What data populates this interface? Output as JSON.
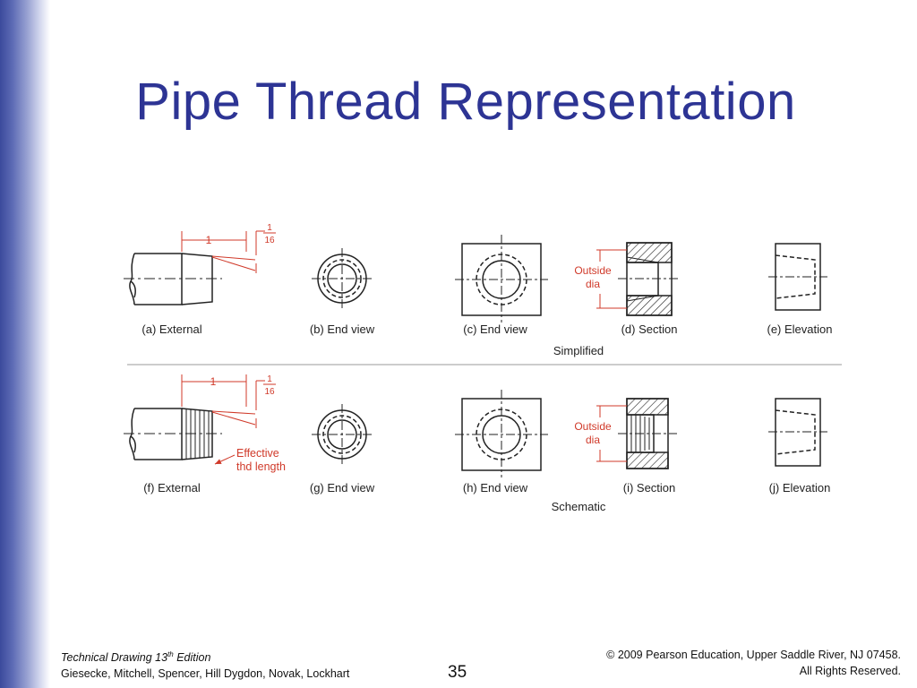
{
  "slide": {
    "title": "Pipe Thread Representation",
    "page_number": "35"
  },
  "figure": {
    "row1": {
      "captions": [
        "(a) External",
        "(b) End view",
        "(c) End view",
        "(d) Section",
        "(e) Elevation"
      ],
      "group_label": "Simplified"
    },
    "row2": {
      "captions": [
        "(f) External",
        "(g) End view",
        "(h) End view",
        "(i) Section",
        "(j) Elevation"
      ],
      "group_label": "Schematic"
    },
    "dim_one": "1",
    "frac_num": "1",
    "frac_den": "16",
    "outside_line1": "Outside",
    "outside_line2": "dia",
    "effective_line1": "Effective",
    "effective_line2": "thd length",
    "accent_color": "#d03a2a"
  },
  "footer": {
    "book_title": "Technical Drawing  13",
    "book_sup": "th",
    "book_edition": " Edition",
    "authors": "Giesecke, Mitchell, Spencer, Hill Dygdon, Novak, Lockhart",
    "copyright": "© 2009 Pearson Education, Upper Saddle River, NJ 07458.",
    "rights": "All Rights Reserved."
  }
}
